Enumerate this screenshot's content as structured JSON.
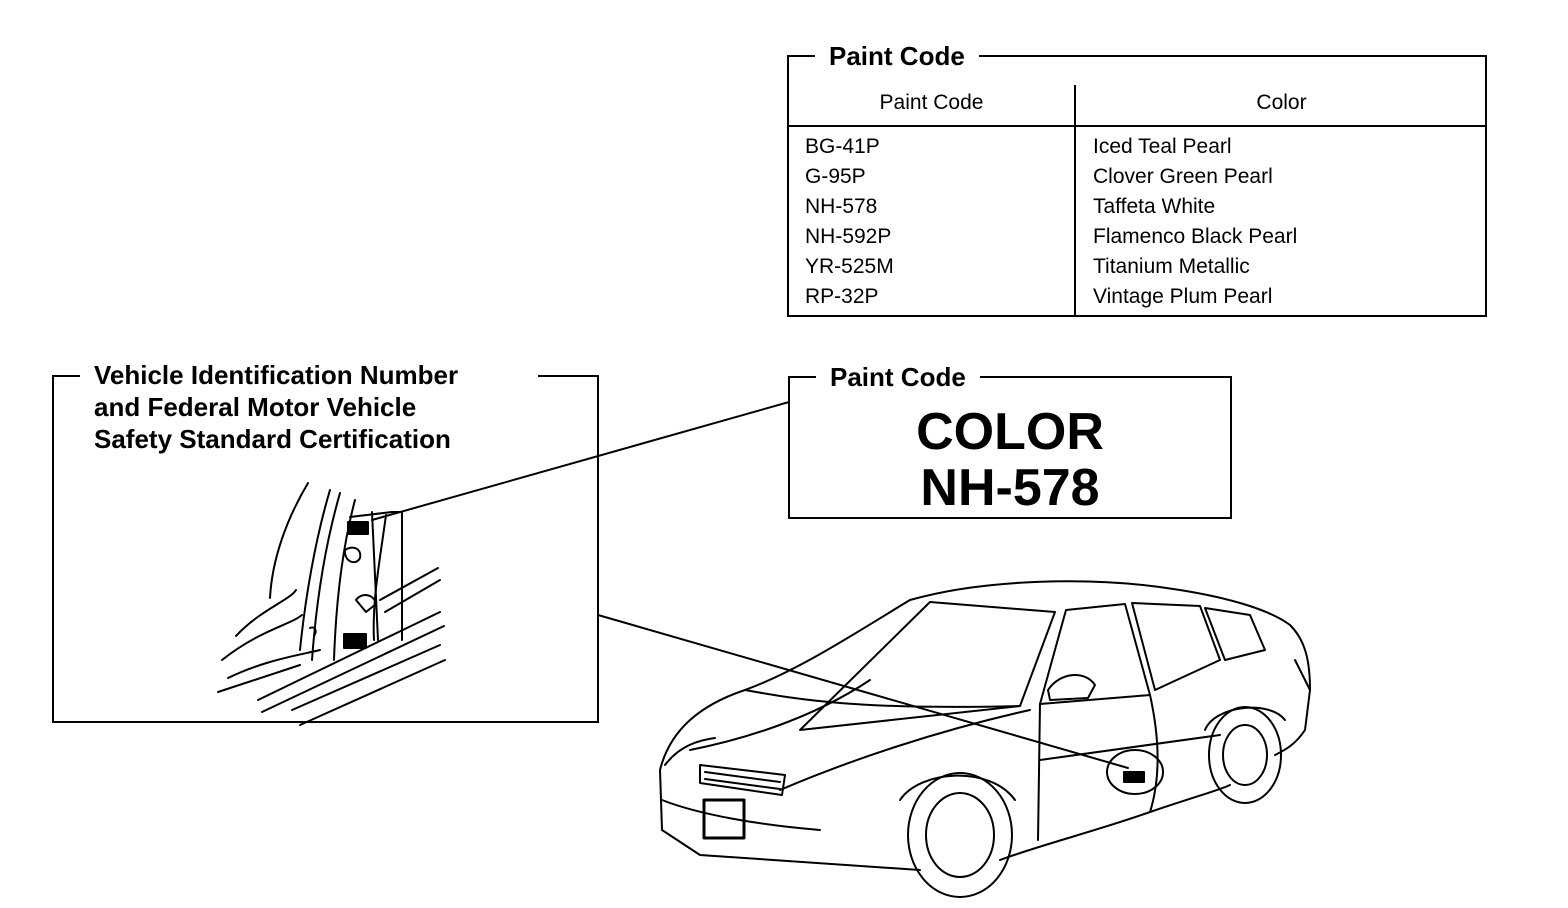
{
  "paint_table": {
    "title": "Paint Code",
    "header_code": "Paint Code",
    "header_color": "Color",
    "rows": [
      {
        "code": "BG-41P",
        "color": "Iced Teal Pearl"
      },
      {
        "code": "G-95P",
        "color": "Clover Green Pearl"
      },
      {
        "code": "NH-578",
        "color": "Taffeta White"
      },
      {
        "code": "NH-592P",
        "color": "Flamenco Black Pearl"
      },
      {
        "code": "YR-525M",
        "color": "Titanium Metallic"
      },
      {
        "code": "RP-32P",
        "color": "Vintage Plum Pearl"
      }
    ]
  },
  "vin_box": {
    "title_lines": [
      "Vehicle Identification Number",
      "and Federal Motor Vehicle",
      "Safety Standard Certification"
    ]
  },
  "label_box": {
    "title": "Paint Code",
    "line1": "COLOR",
    "line2": "NH-578"
  }
}
